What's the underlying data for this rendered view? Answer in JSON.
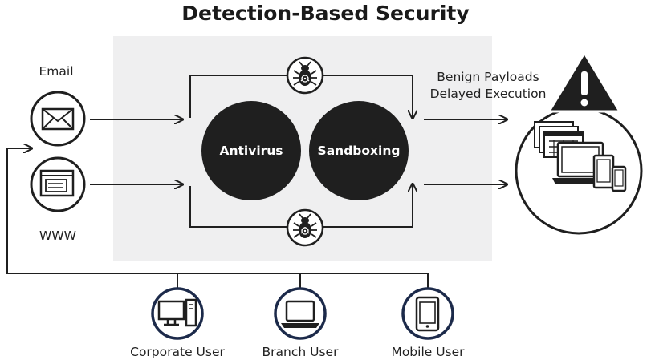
{
  "title": "Detection-Based Security",
  "sources": {
    "email": {
      "label": "Email",
      "icon": "envelope-icon"
    },
    "www": {
      "label": "WWW",
      "icon": "browser-window-icon"
    }
  },
  "engines": {
    "antivirus": {
      "label": "Antivirus"
    },
    "sandboxing": {
      "label": "Sandboxing"
    }
  },
  "threat_icon": "bug-biohazard-icon",
  "warning": {
    "line1": "Benign Payloads",
    "line2": "Delayed Execution",
    "icon": "warning-triangle-icon"
  },
  "endpoints_icon": "devices-icon",
  "users": [
    {
      "label": "Corporate User",
      "icon": "desktop-computer-icon"
    },
    {
      "label": "Branch User",
      "icon": "laptop-icon"
    },
    {
      "label": "Mobile User",
      "icon": "smartphone-icon"
    }
  ],
  "colors": {
    "panel": "#efeff0",
    "dark": "#1f1f1f",
    "ring_navy": "#1c2a4a"
  }
}
